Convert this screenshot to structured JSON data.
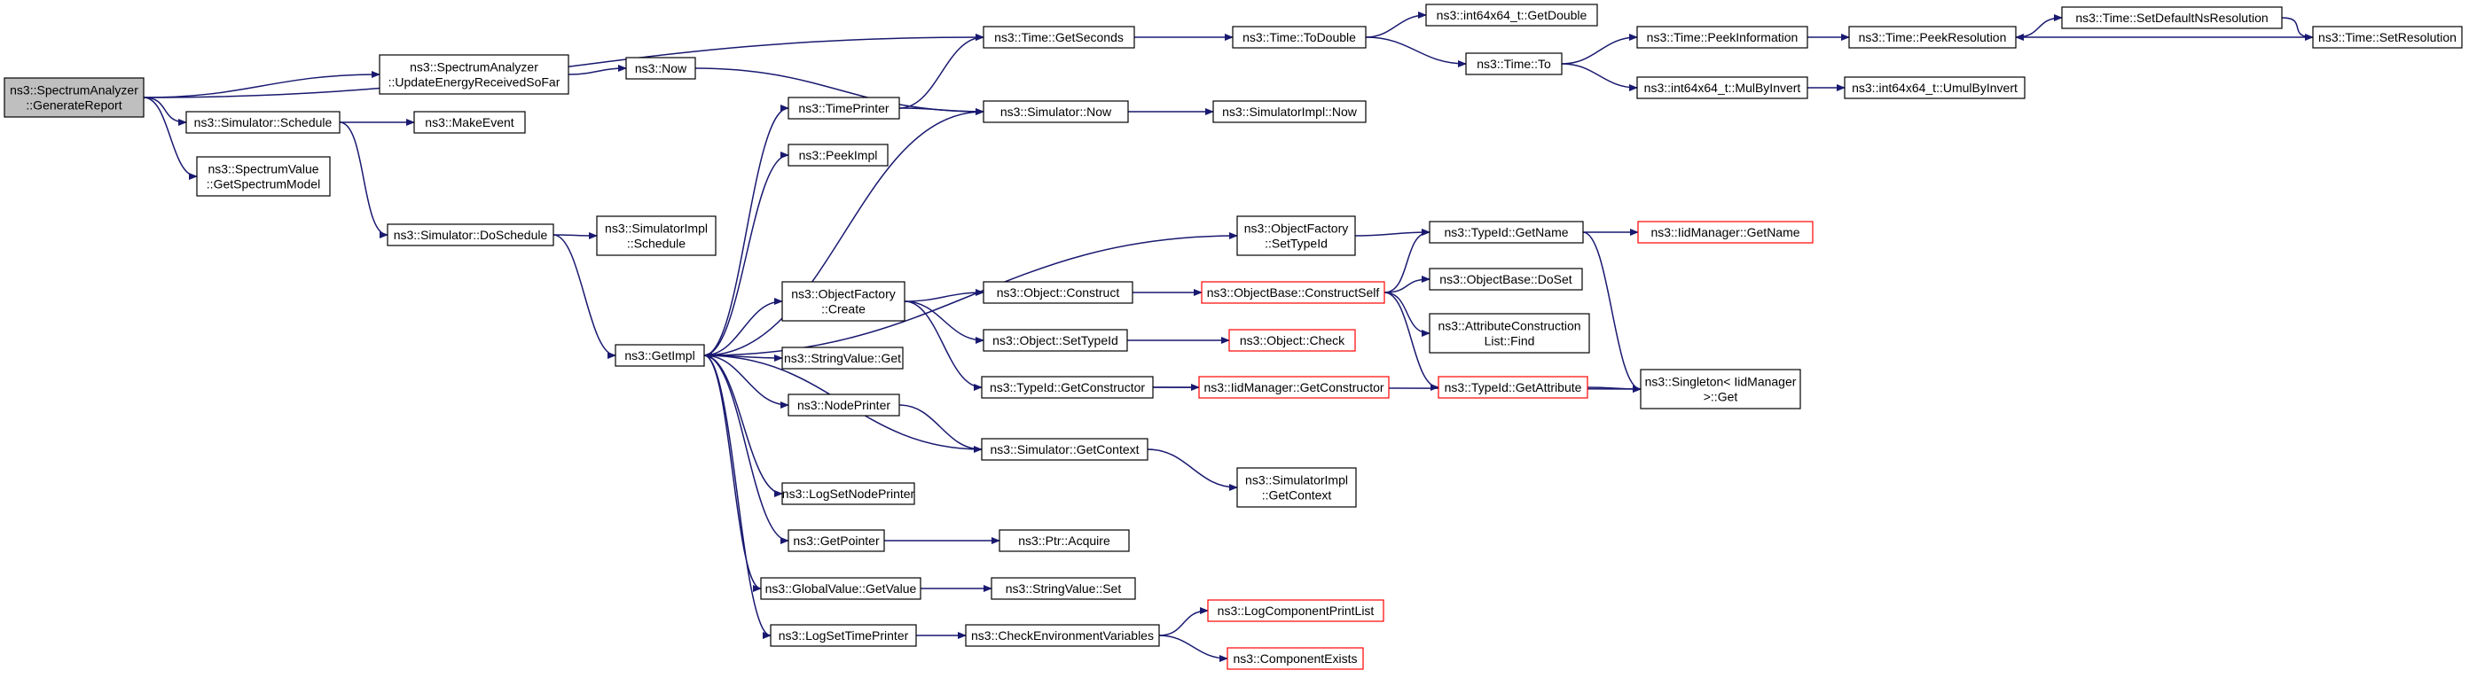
{
  "nodes": [
    {
      "id": "root",
      "lines": [
        "ns3::SpectrumAnalyzer",
        "::GenerateReport"
      ],
      "style": "root"
    },
    {
      "id": "getSeconds",
      "lines": [
        "ns3::Time::GetSeconds"
      ]
    },
    {
      "id": "updEnergy",
      "lines": [
        "ns3::SpectrumAnalyzer",
        "::UpdateEnergyReceivedSoFar"
      ]
    },
    {
      "id": "schedule",
      "lines": [
        "ns3::Simulator::Schedule"
      ]
    },
    {
      "id": "specModel",
      "lines": [
        "ns3::SpectrumValue",
        "::GetSpectrumModel"
      ]
    },
    {
      "id": "toDouble",
      "lines": [
        "ns3::Time::ToDouble"
      ]
    },
    {
      "id": "getDouble",
      "lines": [
        "ns3::int64x64_t::GetDouble"
      ]
    },
    {
      "id": "to",
      "lines": [
        "ns3::Time::To"
      ]
    },
    {
      "id": "peekInfo",
      "lines": [
        "ns3::Time::PeekInformation"
      ]
    },
    {
      "id": "peekRes",
      "lines": [
        "ns3::Time::PeekResolution"
      ]
    },
    {
      "id": "setDefRes",
      "lines": [
        "ns3::Time::SetDefaultNsResolution"
      ]
    },
    {
      "id": "setRes",
      "lines": [
        "ns3::Time::SetResolution"
      ]
    },
    {
      "id": "mulByInvert",
      "lines": [
        "ns3::int64x64_t::MulByInvert"
      ]
    },
    {
      "id": "umulByInvert",
      "lines": [
        "ns3::int64x64_t::UmulByInvert"
      ]
    },
    {
      "id": "now",
      "lines": [
        "ns3::Now"
      ]
    },
    {
      "id": "simNow",
      "lines": [
        "ns3::Simulator::Now"
      ]
    },
    {
      "id": "simImplNow",
      "lines": [
        "ns3::SimulatorImpl::Now"
      ]
    },
    {
      "id": "makeEvent",
      "lines": [
        "ns3::MakeEvent"
      ]
    },
    {
      "id": "timePrinter",
      "lines": [
        "ns3::TimePrinter"
      ]
    },
    {
      "id": "peekImpl",
      "lines": [
        "ns3::PeekImpl"
      ]
    },
    {
      "id": "doSchedule",
      "lines": [
        "ns3::Simulator::DoSchedule"
      ]
    },
    {
      "id": "simImplSchedule",
      "lines": [
        "ns3::SimulatorImpl",
        "::Schedule"
      ]
    },
    {
      "id": "getImpl",
      "lines": [
        "ns3::GetImpl"
      ]
    },
    {
      "id": "ofSetTypeId",
      "lines": [
        "ns3::ObjectFactory",
        "::SetTypeId"
      ]
    },
    {
      "id": "typeIdGetName",
      "lines": [
        "ns3::TypeId::GetName"
      ]
    },
    {
      "id": "iidGetName",
      "lines": [
        "ns3::IidManager::GetName"
      ],
      "style": "red"
    },
    {
      "id": "ofCreate",
      "lines": [
        "ns3::ObjectFactory",
        "::Create"
      ]
    },
    {
      "id": "objConstruct",
      "lines": [
        "ns3::Object::Construct"
      ]
    },
    {
      "id": "constructSelf",
      "lines": [
        "ns3::ObjectBase::ConstructSelf"
      ],
      "style": "red"
    },
    {
      "id": "doSet",
      "lines": [
        "ns3::ObjectBase::DoSet"
      ]
    },
    {
      "id": "attrFind",
      "lines": [
        "ns3::AttributeConstruction",
        "List::Find"
      ]
    },
    {
      "id": "objSetTypeId",
      "lines": [
        "ns3::Object::SetTypeId"
      ]
    },
    {
      "id": "objCheck",
      "lines": [
        "ns3::Object::Check"
      ],
      "style": "red"
    },
    {
      "id": "stringGet",
      "lines": [
        "ns3::StringValue::Get"
      ]
    },
    {
      "id": "getConstructor",
      "lines": [
        "ns3::TypeId::GetConstructor"
      ]
    },
    {
      "id": "iidGetConstructor",
      "lines": [
        "ns3::IidManager::GetConstructor"
      ],
      "style": "red"
    },
    {
      "id": "getAttribute",
      "lines": [
        "ns3::TypeId::GetAttribute"
      ],
      "style": "red"
    },
    {
      "id": "singletonGet",
      "lines": [
        "ns3::Singleton< IidManager",
        " >::Get"
      ]
    },
    {
      "id": "nodePrinter",
      "lines": [
        "ns3::NodePrinter"
      ]
    },
    {
      "id": "getContext",
      "lines": [
        "ns3::Simulator::GetContext"
      ]
    },
    {
      "id": "simImplGetContext",
      "lines": [
        "ns3::SimulatorImpl",
        "::GetContext"
      ]
    },
    {
      "id": "logSetNodePrinter",
      "lines": [
        "ns3::LogSetNodePrinter"
      ]
    },
    {
      "id": "getPointer",
      "lines": [
        "ns3::GetPointer"
      ]
    },
    {
      "id": "ptrAcquire",
      "lines": [
        "ns3::Ptr::Acquire"
      ]
    },
    {
      "id": "globalGetValue",
      "lines": [
        "ns3::GlobalValue::GetValue"
      ]
    },
    {
      "id": "stringSet",
      "lines": [
        "ns3::StringValue::Set"
      ]
    },
    {
      "id": "logSetTimePrinter",
      "lines": [
        "ns3::LogSetTimePrinter"
      ]
    },
    {
      "id": "checkEnv",
      "lines": [
        "ns3::CheckEnvironmentVariables"
      ]
    },
    {
      "id": "logCompPrint",
      "lines": [
        "ns3::LogComponentPrintList"
      ],
      "style": "red"
    },
    {
      "id": "compExists",
      "lines": [
        "ns3::ComponentExists"
      ],
      "style": "red"
    }
  ],
  "edges": [
    [
      "root",
      "getSeconds"
    ],
    [
      "root",
      "updEnergy"
    ],
    [
      "root",
      "schedule"
    ],
    [
      "root",
      "specModel"
    ],
    [
      "getSeconds",
      "toDouble"
    ],
    [
      "toDouble",
      "getDouble"
    ],
    [
      "toDouble",
      "to"
    ],
    [
      "to",
      "peekInfo"
    ],
    [
      "to",
      "mulByInvert"
    ],
    [
      "peekInfo",
      "peekRes"
    ],
    [
      "peekRes",
      "setDefRes"
    ],
    [
      "setDefRes",
      "setRes"
    ],
    [
      "setRes",
      "peekRes"
    ],
    [
      "mulByInvert",
      "umulByInvert"
    ],
    [
      "updEnergy",
      "now"
    ],
    [
      "now",
      "simNow"
    ],
    [
      "simNow",
      "simImplNow"
    ],
    [
      "simNow",
      "getImpl"
    ],
    [
      "schedule",
      "makeEvent"
    ],
    [
      "schedule",
      "doSchedule"
    ],
    [
      "doSchedule",
      "simImplSchedule"
    ],
    [
      "doSchedule",
      "getImpl"
    ],
    [
      "getImpl",
      "timePrinter"
    ],
    [
      "getImpl",
      "peekImpl"
    ],
    [
      "getImpl",
      "ofSetTypeId"
    ],
    [
      "getImpl",
      "ofCreate"
    ],
    [
      "getImpl",
      "stringGet"
    ],
    [
      "getImpl",
      "nodePrinter"
    ],
    [
      "getImpl",
      "logSetNodePrinter"
    ],
    [
      "getImpl",
      "getPointer"
    ],
    [
      "getImpl",
      "globalGetValue"
    ],
    [
      "getImpl",
      "logSetTimePrinter"
    ],
    [
      "timePrinter",
      "getSeconds"
    ],
    [
      "timePrinter",
      "simNow"
    ],
    [
      "ofSetTypeId",
      "typeIdGetName"
    ],
    [
      "typeIdGetName",
      "iidGetName"
    ],
    [
      "typeIdGetName",
      "singletonGet"
    ],
    [
      "ofCreate",
      "objConstruct"
    ],
    [
      "ofCreate",
      "objSetTypeId"
    ],
    [
      "ofCreate",
      "getConstructor"
    ],
    [
      "objConstruct",
      "constructSelf"
    ],
    [
      "constructSelf",
      "typeIdGetName"
    ],
    [
      "constructSelf",
      "doSet"
    ],
    [
      "constructSelf",
      "attrFind"
    ],
    [
      "constructSelf",
      "getAttribute"
    ],
    [
      "getAttribute",
      "singletonGet"
    ],
    [
      "objSetTypeId",
      "objCheck"
    ],
    [
      "getConstructor",
      "iidGetConstructor"
    ],
    [
      "getConstructor",
      "singletonGet"
    ],
    [
      "nodePrinter",
      "getContext"
    ],
    [
      "getContext",
      "getImpl"
    ],
    [
      "getContext",
      "simImplGetContext"
    ],
    [
      "getPointer",
      "ptrAcquire"
    ],
    [
      "globalGetValue",
      "stringSet"
    ],
    [
      "logSetTimePrinter",
      "checkEnv"
    ],
    [
      "checkEnv",
      "logCompPrint"
    ],
    [
      "checkEnv",
      "compExists"
    ]
  ],
  "colors": {
    "edge": "#191970",
    "root_fill": "#bfbfbf",
    "red_border": "#ff0000"
  }
}
